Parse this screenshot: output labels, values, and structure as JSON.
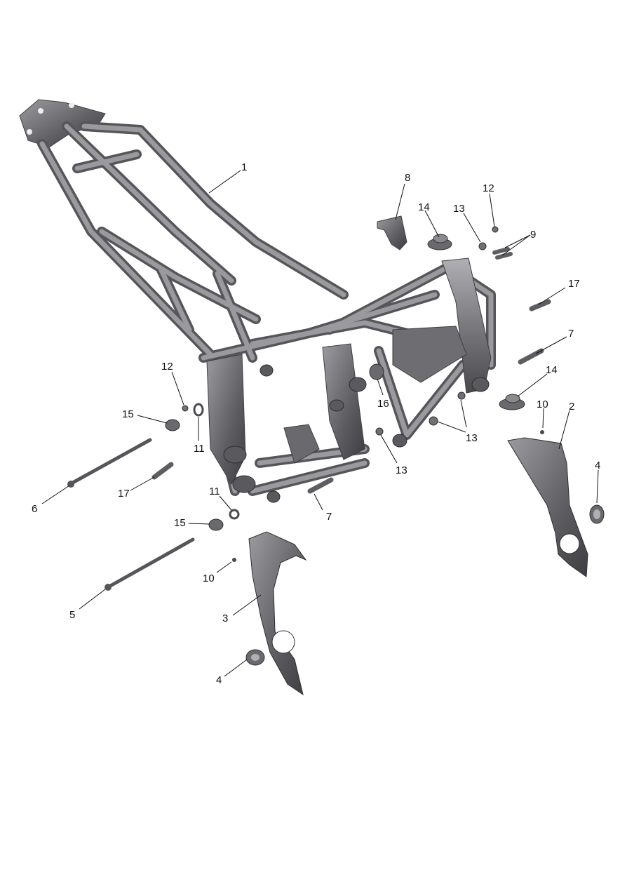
{
  "callouts": [
    {
      "id": "c1",
      "text": "1"
    },
    {
      "id": "c2",
      "text": "2"
    },
    {
      "id": "c3",
      "text": "3"
    },
    {
      "id": "c4a",
      "text": "4"
    },
    {
      "id": "c4b",
      "text": "4"
    },
    {
      "id": "c5",
      "text": "5"
    },
    {
      "id": "c6",
      "text": "6"
    },
    {
      "id": "c7a",
      "text": "7"
    },
    {
      "id": "c7b",
      "text": "7"
    },
    {
      "id": "c8",
      "text": "8"
    },
    {
      "id": "c9",
      "text": "9"
    },
    {
      "id": "c10a",
      "text": "10"
    },
    {
      "id": "c10b",
      "text": "10"
    },
    {
      "id": "c11a",
      "text": "11"
    },
    {
      "id": "c11b",
      "text": "11"
    },
    {
      "id": "c12a",
      "text": "12"
    },
    {
      "id": "c12b",
      "text": "12"
    },
    {
      "id": "c13a",
      "text": "13"
    },
    {
      "id": "c13b",
      "text": "13"
    },
    {
      "id": "c13c",
      "text": "13"
    },
    {
      "id": "c14a",
      "text": "14"
    },
    {
      "id": "c14b",
      "text": "14"
    },
    {
      "id": "c15a",
      "text": "15"
    },
    {
      "id": "c15b",
      "text": "15"
    },
    {
      "id": "c16",
      "text": "16"
    },
    {
      "id": "c17a",
      "text": "17"
    },
    {
      "id": "c17b",
      "text": "17"
    }
  ],
  "colors": {
    "metal": "#7d7d80",
    "metal_dark": "#4e4e52",
    "metal_light": "#b4b4b8",
    "ink": "#111111"
  }
}
